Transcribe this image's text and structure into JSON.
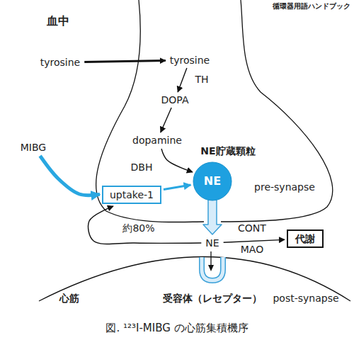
{
  "diagram": {
    "caption": "図. ¹²³I-MIBG の心筋集積機序",
    "nodes": [
      {
        "text": [
          "tyrosine"
        ]
      },
      {
        "text": [
          "tyrosine"
        ]
      },
      {
        "text": [
          "DOPA"
        ]
      },
      {
        "text": [
          "dopamine"
        ]
      },
      {
        "text": [
          "NE"
        ]
      },
      {
        "text": [
          "MIBG"
        ]
      },
      {
        "text": [
          "uptake-1"
        ]
      },
      {
        "text": [
          "NE"
        ]
      },
      {
        "text": [
          "代謝"
        ]
      }
    ],
    "edges": [
      {
        "from": 0,
        "to": 1,
        "arrow": "to"
      },
      {
        "from": 1,
        "to": 2,
        "label": "TH",
        "arrow": "to"
      },
      {
        "from": 2,
        "to": 3,
        "arrow": "to"
      },
      {
        "from": 3,
        "to": 4,
        "label": "DBH",
        "arrow": "to"
      },
      {
        "from": 5,
        "to": 6,
        "arrow": "to"
      },
      {
        "from": 6,
        "to": 4,
        "arrow": "to"
      },
      {
        "from": 4,
        "to": 7,
        "arrow": "to"
      },
      {
        "from": 7,
        "to": 6,
        "label": "約80%",
        "arrow": "to"
      },
      {
        "from": 7,
        "to": 8,
        "label": "CONT",
        "arrow": "to"
      }
    ],
    "labels": [
      "循環器用語ハンドブック",
      "血中",
      "NE貯蔵顆粒",
      "pre-synapse",
      "MAO",
      "心筋",
      "受容体（レセプター）",
      "post-synapse"
    ]
  }
}
